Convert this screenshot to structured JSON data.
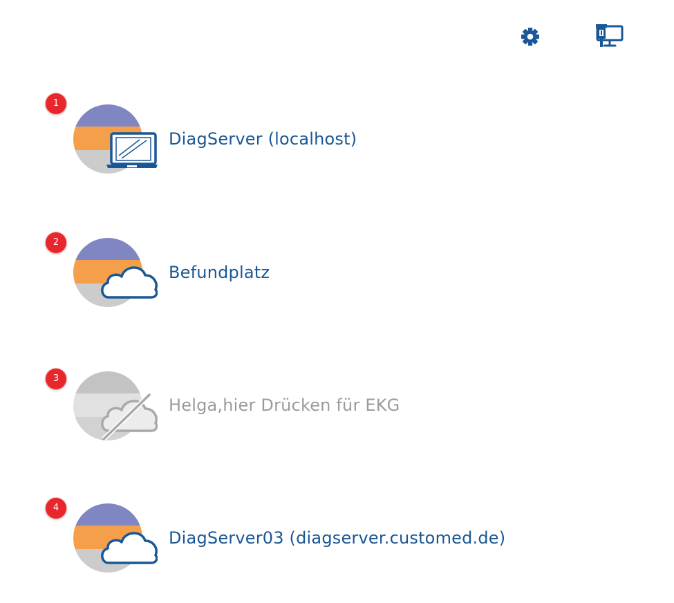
{
  "colors": {
    "accent": "#1a5796",
    "badge": "#e8272c",
    "stripe_top": "#7f86c2",
    "stripe_middle": "#f59f4b",
    "stripe_bottom": "#cccccc",
    "offline_stripe_top": "#c3c3c3",
    "offline_stripe_middle": "#e1e1e1",
    "offline_stripe_bottom": "#d2d2d2",
    "offline_text": "#9b9b9b"
  },
  "toolbar": {
    "settings_icon": "gear-icon",
    "connection_icon": "network-monitor-icon"
  },
  "servers": [
    {
      "badge": "1",
      "name": "DiagServer (localhost)",
      "icon": "laptop-icon",
      "status": "online"
    },
    {
      "badge": "2",
      "name": "Befundplatz",
      "icon": "cloud-icon",
      "status": "online"
    },
    {
      "badge": "3",
      "name": "Helga,hier Drücken für EKG",
      "icon": "cloud-off-icon",
      "status": "offline"
    },
    {
      "badge": "4",
      "name": "DiagServer03 (diagserver.customed.de)",
      "icon": "cloud-icon",
      "status": "online"
    }
  ]
}
